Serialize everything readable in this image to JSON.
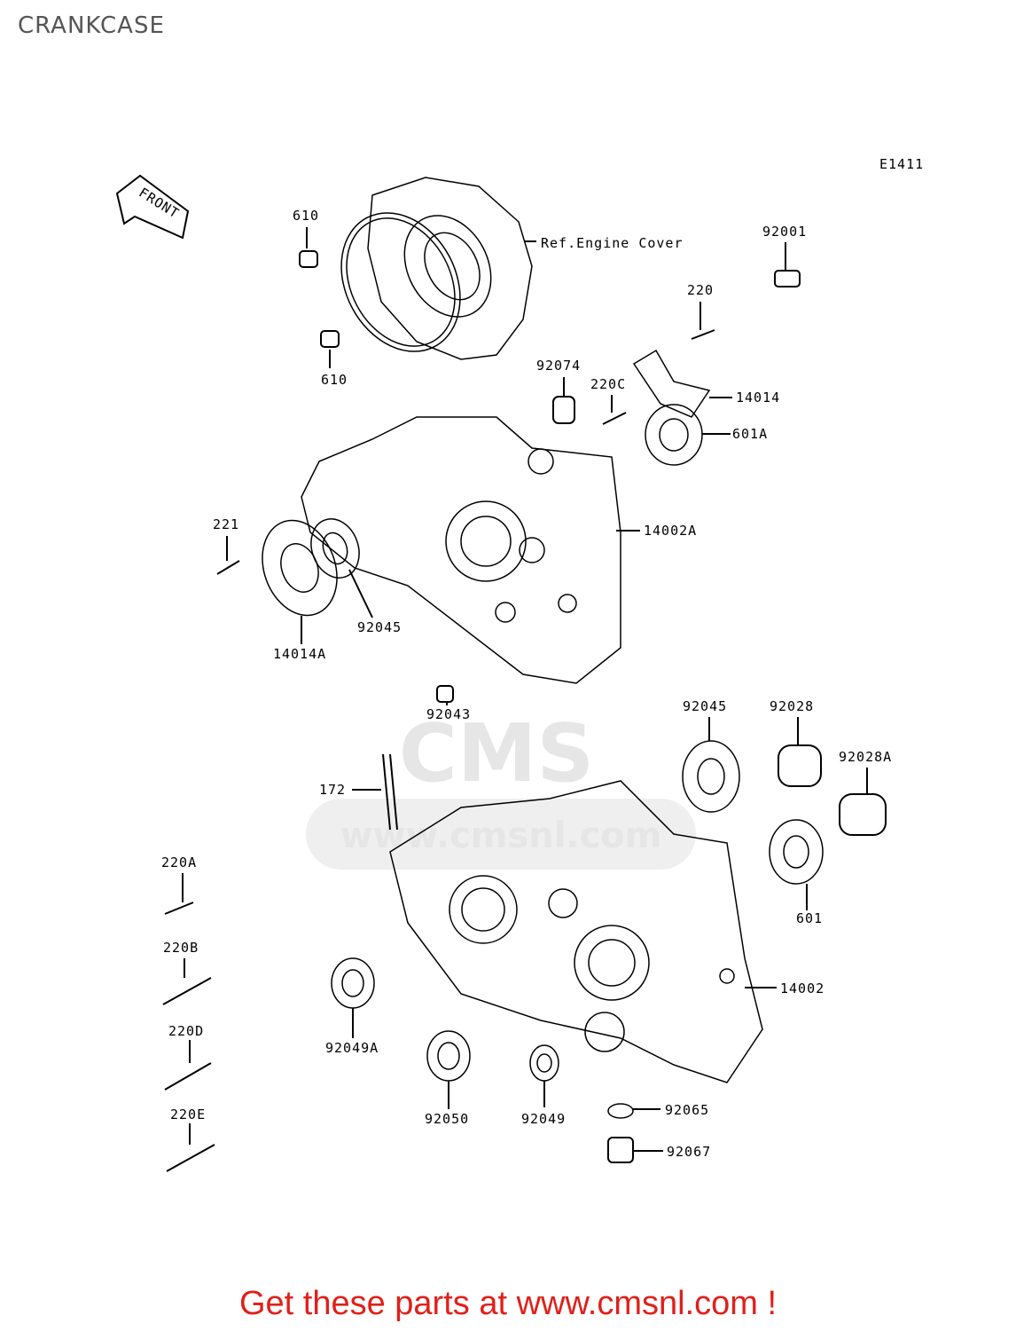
{
  "header": {
    "title": "CRANKCASE"
  },
  "diagram": {
    "code": "E1411",
    "front_label": "FRONT",
    "ref_label": "Ref.Engine Cover",
    "parts": [
      "610",
      "610",
      "92001",
      "220",
      "92074",
      "220C",
      "14014",
      "601A",
      "221",
      "14002A",
      "92045",
      "14014A",
      "92043",
      "92045",
      "92028",
      "92028A",
      "172",
      "601",
      "220A",
      "220B",
      "14002",
      "92049A",
      "220D",
      "92050",
      "92049",
      "92065",
      "220E",
      "92067"
    ]
  },
  "watermark": {
    "logo": "CMS",
    "url": "www.cmsnl.com"
  },
  "footer": {
    "cta": "Get these parts at www.cmsnl.com !"
  },
  "colors": {
    "cta": "#e0201a",
    "title": "#555555",
    "watermark": "#e6e6e6"
  }
}
